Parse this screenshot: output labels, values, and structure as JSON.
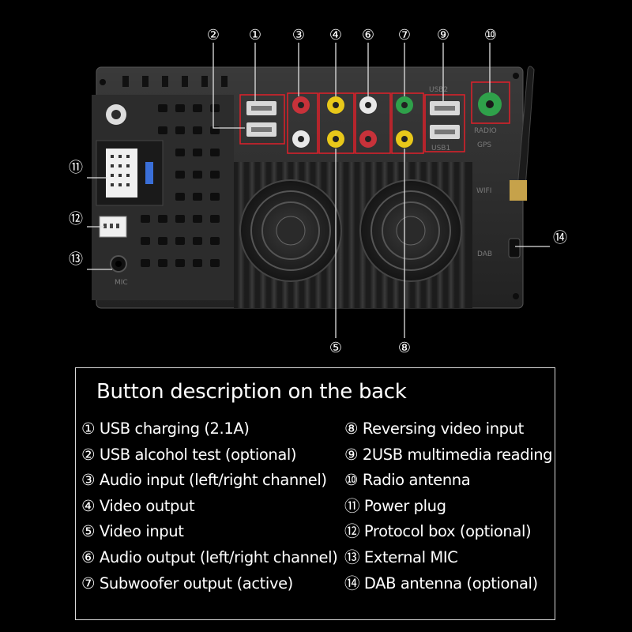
{
  "callouts": {
    "c1": "①",
    "c2": "②",
    "c3": "③",
    "c4": "④",
    "c5": "⑤",
    "c6": "⑥",
    "c7": "⑦",
    "c8": "⑧",
    "c9": "⑨",
    "c10": "⑩",
    "c11": "⑪",
    "c12": "⑫",
    "c13": "⑬",
    "c14": "⑭"
  },
  "panel_labels": {
    "usb2": "USB2",
    "usb1": "USB1",
    "radio": "RADIO",
    "gps": "GPS",
    "wifi": "WIFI",
    "dab": "DAB",
    "mic": "MIC"
  },
  "description": {
    "title": "Button description on the back",
    "left": [
      "① USB charging (2.1A)",
      "② USB alcohol test (optional)",
      "③ Audio input (left/right channel)",
      "④ Video output",
      "⑤ Video input",
      "⑥ Audio output (left/right channel)",
      "⑦ Subwoofer output (active)"
    ],
    "right": [
      "⑧ Reversing video input",
      "⑨ 2USB multimedia reading",
      "⑩ Radio antenna",
      "⑪ Power plug",
      "⑫ Protocol box (optional)",
      "⑬ External MIC",
      "⑭ DAB antenna (optional)"
    ]
  },
  "colors": {
    "background": "#000000",
    "highlight_box": "#e0202a",
    "rca_red": "#c8323a",
    "rca_white": "#e8e8e8",
    "rca_yellow": "#e8c81a",
    "rca_green": "#2fa14a",
    "unit_body": "#2a2a2a"
  }
}
